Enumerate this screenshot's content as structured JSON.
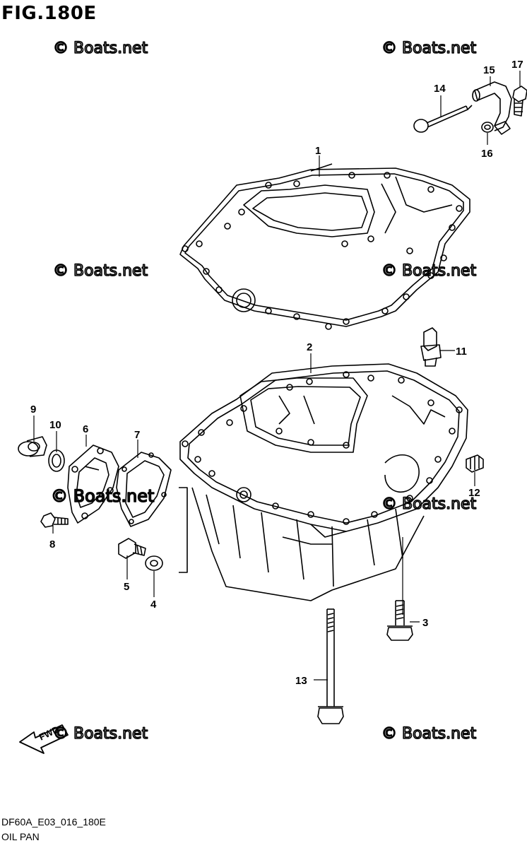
{
  "figure": {
    "title": "FIG.180E",
    "code": "DF60A_E03_016_180E",
    "subtitle": "OIL PAN"
  },
  "watermark": {
    "text": "© Boats.net"
  },
  "direction": {
    "label": "FWD"
  },
  "parts": [
    {
      "no": "1"
    },
    {
      "no": "2"
    },
    {
      "no": "3"
    },
    {
      "no": "4"
    },
    {
      "no": "5"
    },
    {
      "no": "6"
    },
    {
      "no": "7"
    },
    {
      "no": "8"
    },
    {
      "no": "9"
    },
    {
      "no": "10"
    },
    {
      "no": "11"
    },
    {
      "no": "12"
    },
    {
      "no": "13"
    },
    {
      "no": "14"
    },
    {
      "no": "15"
    },
    {
      "no": "16"
    },
    {
      "no": "17"
    }
  ]
}
